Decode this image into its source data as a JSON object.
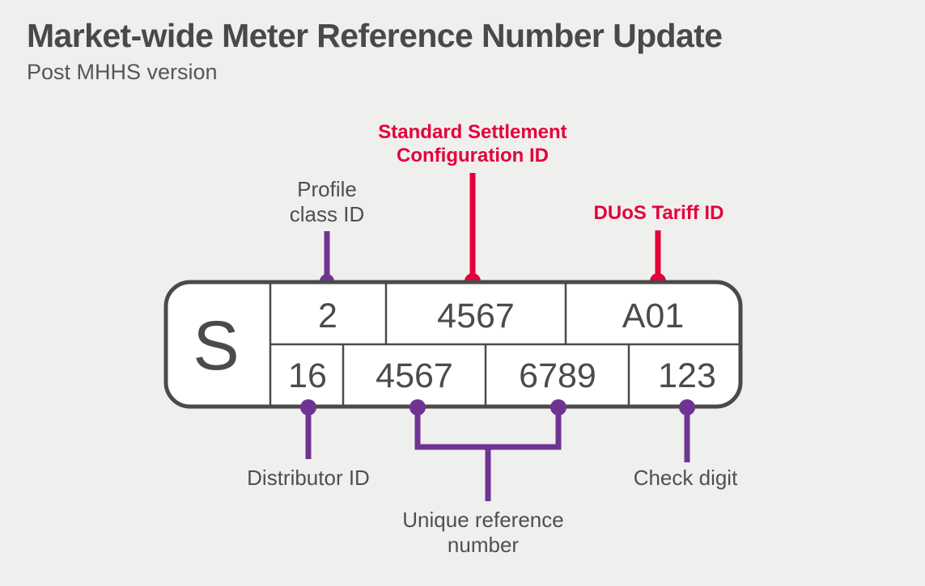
{
  "header": {
    "title": "Market-wide Meter Reference Number Update",
    "subtitle": "Post MHHS version"
  },
  "colors": {
    "background": "#efefee",
    "text_dark": "#4b4b4a",
    "accent_red": "#e4003a",
    "accent_purple": "#6f3493",
    "box_outline": "#4a4a49"
  },
  "labels": {
    "profile_class_id_line1": "Profile",
    "profile_class_id_line2": "class ID",
    "ssc_line1": "Standard Settlement",
    "ssc_line2": "Configuration ID",
    "duos_tariff_id": "DUoS Tariff ID",
    "distributor_id": "Distributor ID",
    "unique_reference_line1": "Unique reference",
    "unique_reference_line2": "number",
    "check_digit": "Check digit"
  },
  "mpan": {
    "prefix": "S",
    "top_row": [
      {
        "name": "profile-class-id",
        "value": "2"
      },
      {
        "name": "standard-settlement-configuration-id",
        "value": "4567"
      },
      {
        "name": "duos-tariff-id",
        "value": "A01"
      }
    ],
    "bottom_row": [
      {
        "name": "distributor-id",
        "value": "16"
      },
      {
        "name": "unique-reference-number-part1",
        "value": "4567"
      },
      {
        "name": "unique-reference-number-part2",
        "value": "6789"
      },
      {
        "name": "check-digit",
        "value": "123"
      }
    ]
  }
}
